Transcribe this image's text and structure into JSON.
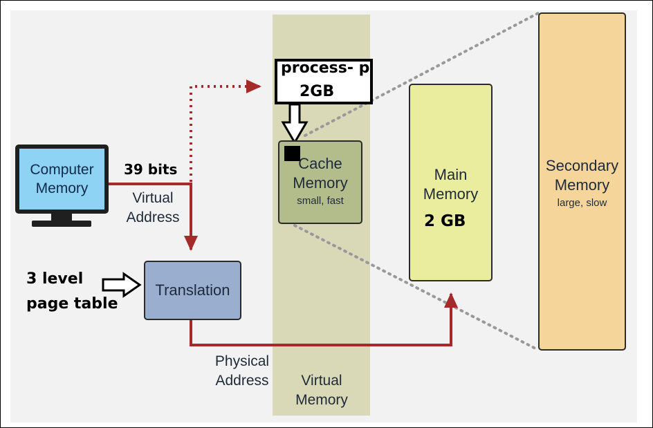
{
  "computer": {
    "line1": "Computer",
    "line2": "Memory"
  },
  "bits_label": "39 bits",
  "virtual_address": {
    "line1": "Virtual",
    "line2": "Address"
  },
  "translation": {
    "label": "Translation"
  },
  "page_table_note": {
    "line1": "3 level",
    "line2": "page table"
  },
  "physical_address": {
    "line1": "Physical",
    "line2": "Address"
  },
  "virtual_memory": {
    "line1": "Virtual",
    "line2": "Memory"
  },
  "process_box": {
    "line1": "process- p",
    "line2": "2GB"
  },
  "cache": {
    "line1": "Cache",
    "line2": "Memory",
    "caption": "small, fast"
  },
  "main_memory": {
    "line1": "Main",
    "line2": "Memory",
    "size": "2 GB"
  },
  "secondary": {
    "line1": "Secondary",
    "line2": "Memory",
    "caption": "large, slow"
  },
  "colors": {
    "arrow": "#a52a2a",
    "vm_band": "#d9d9b8",
    "cache": "#b3bd8b",
    "main": "#eaec9e",
    "secondary": "#f5d59a",
    "translation": "#9aaed0",
    "screen": "#8fd3f4"
  }
}
